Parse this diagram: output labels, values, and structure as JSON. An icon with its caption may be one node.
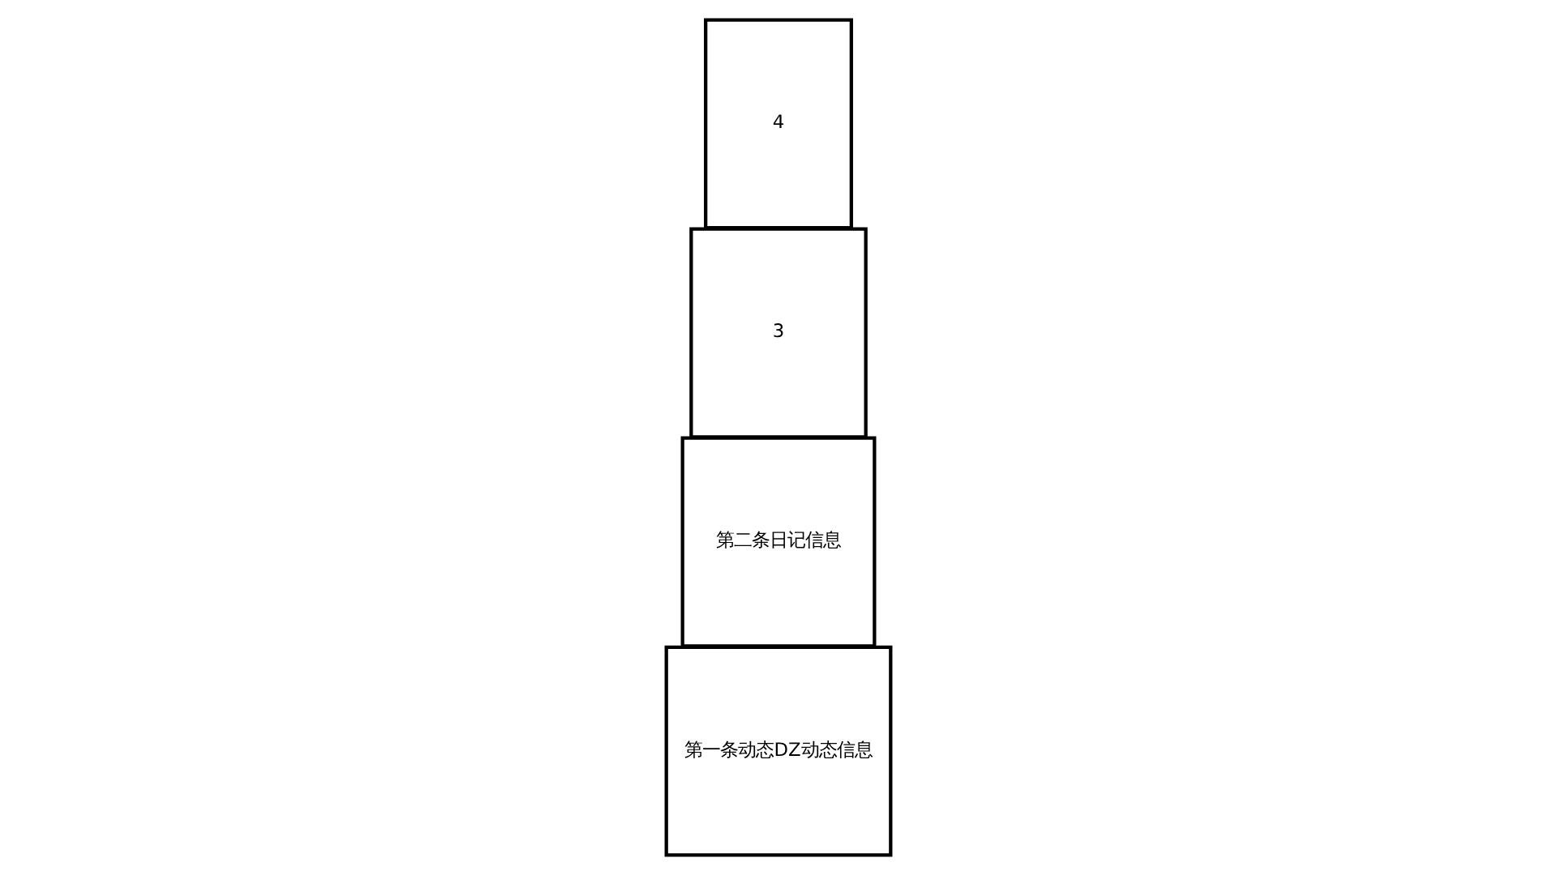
{
  "diagram": {
    "nodes": [
      {
        "text": [
          "第一条动态DZ动态信息"
        ]
      },
      {
        "text": [
          "第二条日记信息"
        ]
      },
      {
        "text": [
          "3"
        ]
      },
      {
        "text": [
          "4"
        ]
      }
    ],
    "edges": []
  }
}
